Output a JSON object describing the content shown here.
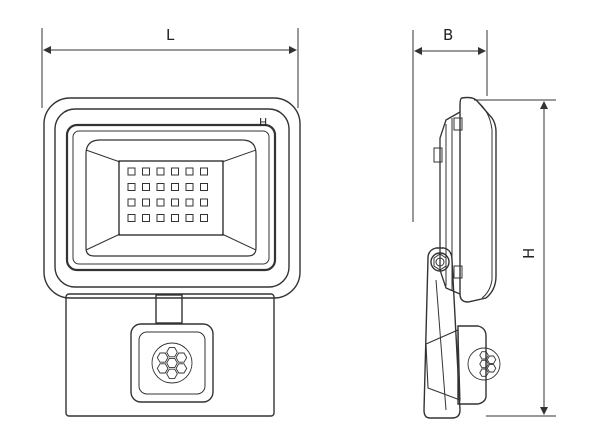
{
  "dimensions": {
    "length_label": "L",
    "depth_label": "B",
    "height_label": "H"
  },
  "front_view": {
    "corner_mark": "H",
    "led_rows": 4,
    "led_cols": 6
  },
  "colors": {
    "line": "#333333",
    "thin_line": "#555555"
  }
}
